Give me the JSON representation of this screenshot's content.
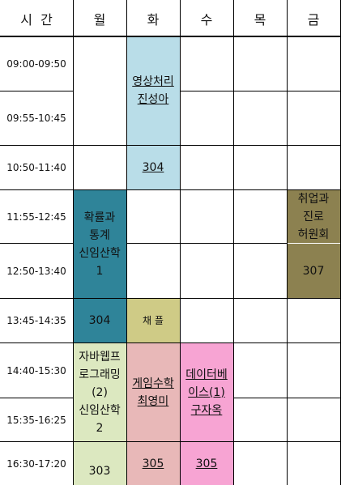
{
  "header": {
    "time": "시  간",
    "days": [
      "월",
      "화",
      "수",
      "목",
      "금"
    ]
  },
  "times": [
    "09:00-09:50",
    "09:55-10:45",
    "10:50-11:40",
    "11:55-12:45",
    "12:50-13:40",
    "13:45-14:35",
    "14:40-15:30",
    "15:35-16:25",
    "16:30-17:20"
  ],
  "blocks": {
    "image_processing": {
      "course": "영상처리",
      "professor": "진성아",
      "room": "304"
    },
    "probability": {
      "line1": "확률과",
      "line2": "통계",
      "professor": "신임산학",
      "section": "1",
      "room": "304"
    },
    "career": {
      "line1": "취업과",
      "line2": "진로",
      "professor": "허원회",
      "room": "307"
    },
    "chapel": {
      "label": "채  플"
    },
    "java_web": {
      "line1": "자바웹프",
      "line2": "로그래밍",
      "line3": "(2)",
      "professor": "신임산학",
      "section": "2",
      "room": "303"
    },
    "game_math": {
      "course": "게임수학",
      "professor": "최영미",
      "room": "305"
    },
    "database": {
      "line1": "데이터베",
      "line2": "이스(1)",
      "professor": "구자옥",
      "room": "305"
    }
  },
  "colors": {
    "image_processing": "#b9dde8",
    "probability": "#2f8499",
    "career": "#8c8150",
    "chapel": "#cfcb86",
    "java_web": "#dce8c0",
    "game_math": "#e8b8b8",
    "database": "#f7a4d3"
  }
}
